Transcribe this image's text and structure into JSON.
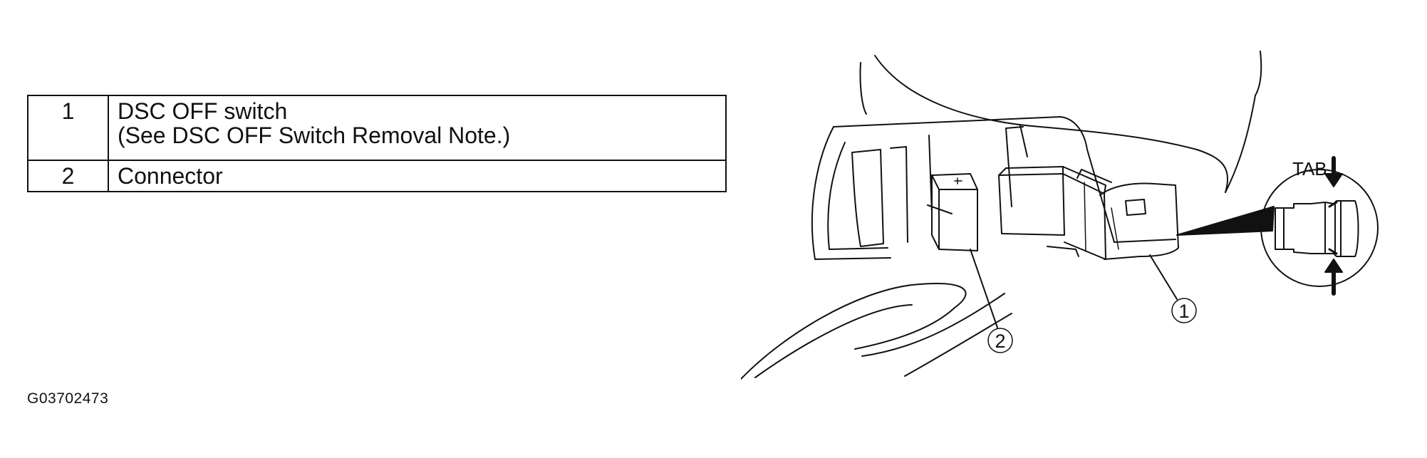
{
  "legend": [
    {
      "number": "1",
      "lines": [
        "DSC OFF switch",
        "(See DSC OFF Switch Removal Note.)"
      ]
    },
    {
      "number": "2",
      "lines": [
        "Connector"
      ]
    }
  ],
  "callouts": {
    "switch": "1",
    "connector": "2",
    "tab": "TAB"
  },
  "figure_id": "G03702473"
}
